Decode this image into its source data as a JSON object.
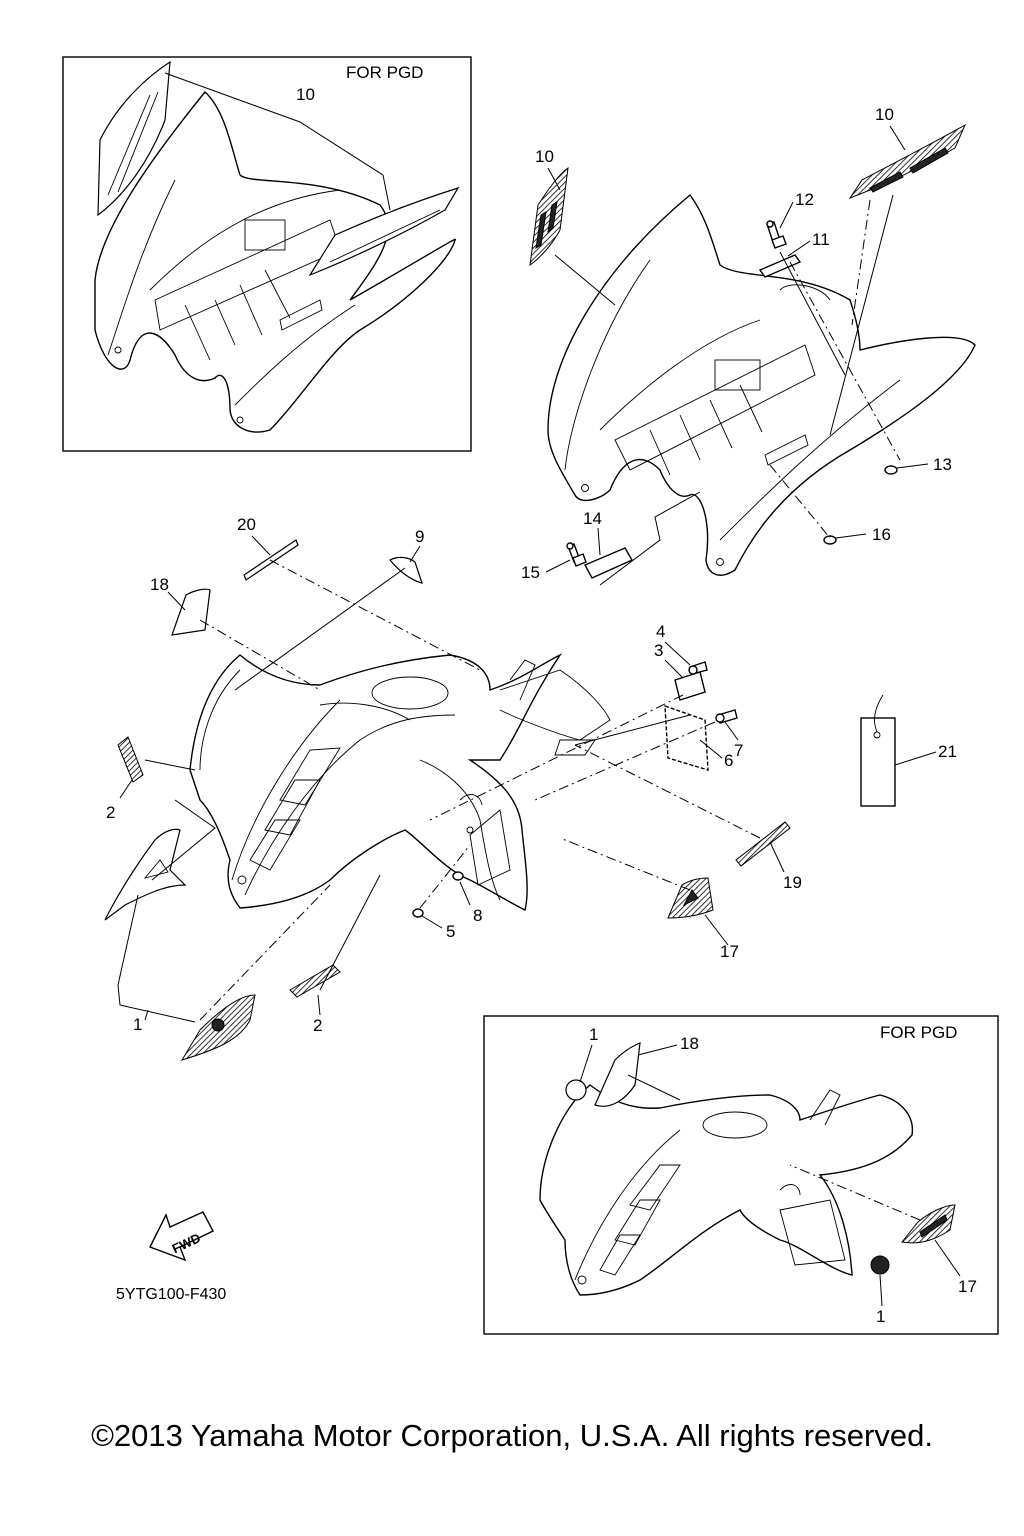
{
  "boxes": {
    "top_left_label": "FOR PGD",
    "bottom_right_label": "FOR PGD"
  },
  "callouts": {
    "tl_10": "10",
    "r_10a": "10",
    "r_10b": "10",
    "r_11": "11",
    "r_12": "12",
    "r_13": "13",
    "r_14": "14",
    "r_15": "15",
    "r_16": "16",
    "m_1": "1",
    "m_2a": "2",
    "m_2b": "2",
    "m_3": "3",
    "m_4": "4",
    "m_5": "5",
    "m_6": "6",
    "m_7": "7",
    "m_8": "8",
    "m_9": "9",
    "m_17": "17",
    "m_18": "18",
    "m_19": "19",
    "m_20": "20",
    "m_21": "21",
    "br_1a": "1",
    "br_1b": "1",
    "br_17": "17",
    "br_18": "18"
  },
  "fwd_arrow_text": "FWD",
  "diagram_code": "5YTG100-F430",
  "copyright": "©2013 Yamaha Motor Corporation, U.S.A. All rights reserved."
}
